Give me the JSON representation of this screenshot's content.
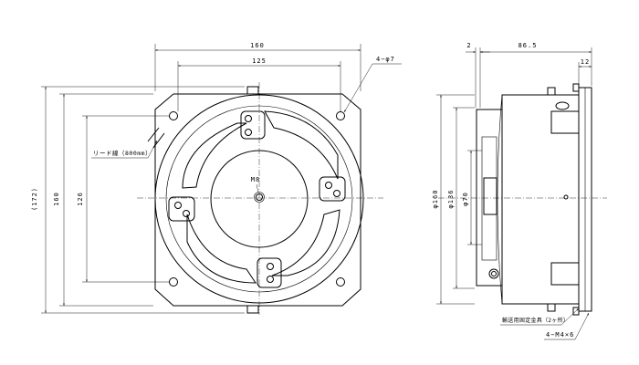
{
  "front_view": {
    "width_outer": "160",
    "width_holes": "125",
    "height_total": "(172)",
    "height_outer": "160",
    "height_holes": "126",
    "hole_callout": "4−φ7",
    "lead_wire": "リード線（800mm）",
    "center_thread": "M8"
  },
  "side_view": {
    "gap": "2",
    "depth": "86.5",
    "rear_thickness": "12",
    "dia_outer": "φ160",
    "dia_mid": "φ136",
    "dia_inner": "φ70",
    "transport_bracket": "輸送用固定金具（2ヶ所）",
    "screw_callout": "4−M4×6"
  }
}
